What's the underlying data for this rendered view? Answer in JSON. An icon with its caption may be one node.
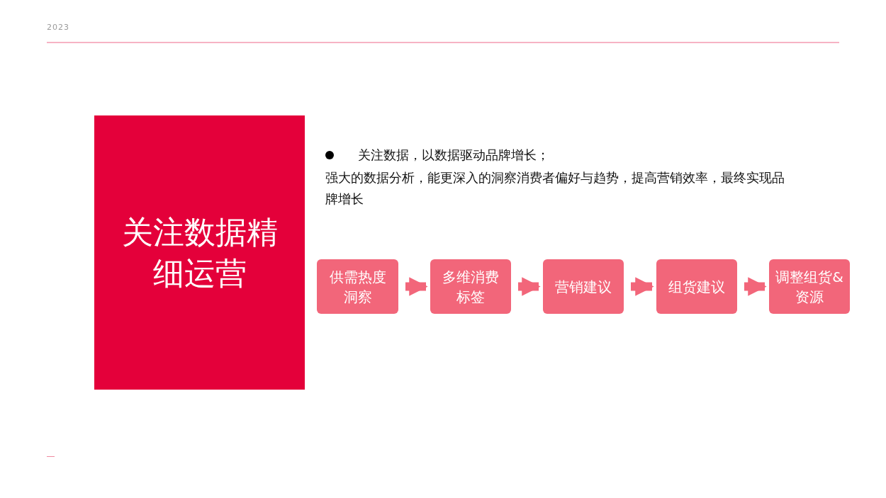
{
  "diagram": {
    "nodes": [
      {
        "text": [
          "关注数据精细运营"
        ]
      },
      {
        "text": [
          "供需热度洞察"
        ]
      },
      {
        "text": [
          "多维消费标签"
        ]
      },
      {
        "text": [
          "营销建议"
        ]
      },
      {
        "text": [
          "组货建议"
        ]
      },
      {
        "text": [
          "调整组货&资源"
        ]
      }
    ],
    "edges": [
      {
        "from": 1,
        "to": 2,
        "arrow": "to"
      },
      {
        "from": 2,
        "to": 3,
        "arrow": "to"
      },
      {
        "from": 3,
        "to": 4,
        "arrow": "to"
      },
      {
        "from": 4,
        "to": 5,
        "arrow": "to"
      }
    ],
    "labels": [
      "2023",
      "关注数据，以数据驱动品牌增长；",
      "强大的数据分析，能更深入的洞察消费者偏好与趋势，提高营销效率，最终实现品牌增长"
    ]
  }
}
